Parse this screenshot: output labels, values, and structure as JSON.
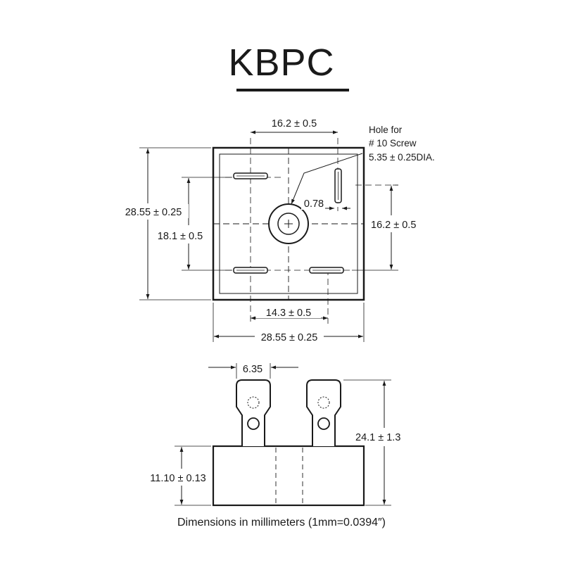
{
  "title": "KBPC",
  "top_view": {
    "pin_spacing_top": "16.2 ± 0.5",
    "hole_note": [
      "Hole for",
      "# 10 Screw",
      "5.35 ± 0.25DIA."
    ],
    "terminal_width": "0.78",
    "overall_height": "28.55 ± 0.25",
    "pin_spacing_left": "18.1 ± 0.5",
    "pin_spacing_right": "16.2 ± 0.5",
    "pin_spacing_bottom": "14.3 ± 0.5",
    "overall_width": "28.55 ± 0.25"
  },
  "side_view": {
    "tab_width": "6.35",
    "overall_height": "24.1 ± 1.3",
    "body_height": "11.10 ± 0.13"
  },
  "caption": "Dimensions in millimeters (1mm=0.0394″)"
}
